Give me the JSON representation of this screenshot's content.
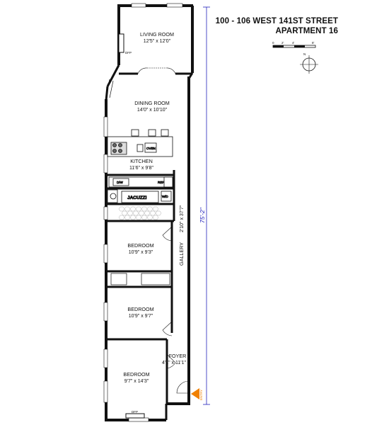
{
  "header": {
    "address": "100 - 106 WEST 141ST STREET",
    "unit": "APARTMENT 16"
  },
  "scale_bar": {
    "ticks": [
      "0",
      "2'",
      "4'",
      "8'"
    ]
  },
  "compass": {
    "north": "N"
  },
  "overall_dimension": "75'-2\"",
  "entry_label": "ENTRY",
  "rooms": {
    "living_room": {
      "name": "LIVING ROOM",
      "dims": "12'5\" x 12'0\""
    },
    "dining_room": {
      "name": "DINING ROOM",
      "dims": "14'0\" x 10'10\""
    },
    "kitchen": {
      "name": "KITCHEN",
      "dims": "11'6\" x 9'8\""
    },
    "bedroom1": {
      "name": "BEDROOM",
      "dims": "10'9\" x 9'3\""
    },
    "bedroom2": {
      "name": "BEDROOM",
      "dims": "10'9\" x 9'7\""
    },
    "bedroom3": {
      "name": "BEDROOM",
      "dims": "9'7\" x 14'3\""
    },
    "foyer": {
      "name": "FOYER",
      "dims": "4'1\" x 11'1\""
    },
    "gallery": {
      "name": "GALLERY",
      "dims": "2'10\" x 37'7\""
    }
  },
  "fixtures": {
    "dfp_top": "DFP",
    "dfp_bottom": "DFP",
    "oven": "OVEN",
    "dw": "D/W",
    "ref": "REF",
    "jacuzzi": "JACUZZI",
    "wd": "W/D"
  }
}
